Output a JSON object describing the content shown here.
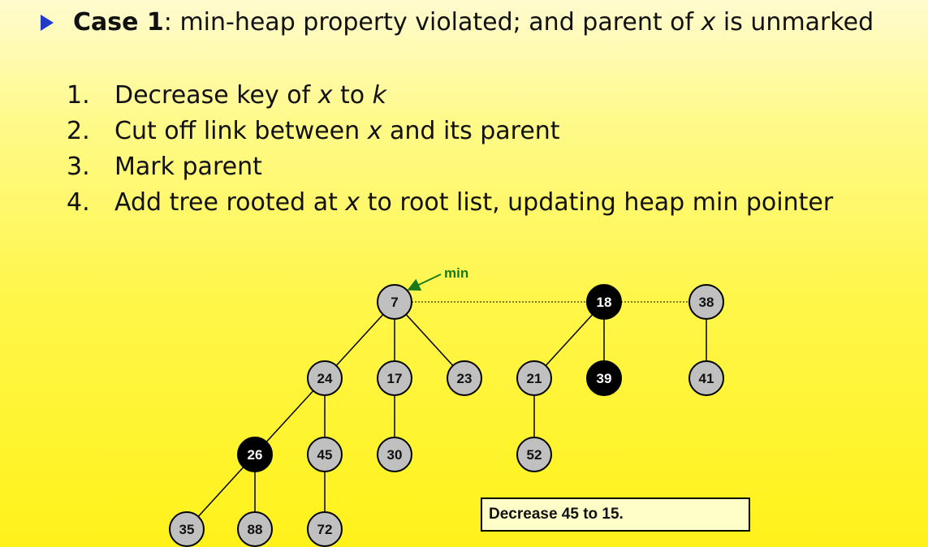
{
  "bullet": {
    "lead": "Case 1",
    "text_before_x": ": min-heap property violated; and parent of ",
    "var_x": "x",
    "text_after_x": " is unmarked"
  },
  "steps": [
    {
      "num": "1.",
      "parts": [
        "Decrease key of ",
        "x",
        " to ",
        "k",
        ""
      ]
    },
    {
      "num": "2.",
      "parts": [
        "Cut off link between ",
        "x",
        " and its parent"
      ]
    },
    {
      "num": "3.",
      "parts": [
        "Mark parent"
      ]
    },
    {
      "num": "4.",
      "parts": [
        "Add tree rooted at ",
        "x",
        " to root list, updating heap min pointer"
      ]
    }
  ],
  "heap": {
    "min_label": "min",
    "nodes": [
      {
        "id": "n7",
        "key": "7",
        "marked": false
      },
      {
        "id": "n18",
        "key": "18",
        "marked": true
      },
      {
        "id": "n38",
        "key": "38",
        "marked": false
      },
      {
        "id": "n24",
        "key": "24",
        "marked": false
      },
      {
        "id": "n17",
        "key": "17",
        "marked": false
      },
      {
        "id": "n23",
        "key": "23",
        "marked": false
      },
      {
        "id": "n21",
        "key": "21",
        "marked": false
      },
      {
        "id": "n39",
        "key": "39",
        "marked": true
      },
      {
        "id": "n41",
        "key": "41",
        "marked": false
      },
      {
        "id": "n26",
        "key": "26",
        "marked": true
      },
      {
        "id": "n45",
        "key": "45",
        "marked": false
      },
      {
        "id": "n30",
        "key": "30",
        "marked": false
      },
      {
        "id": "n52",
        "key": "52",
        "marked": false
      },
      {
        "id": "n35",
        "key": "35",
        "marked": false
      },
      {
        "id": "n88",
        "key": "88",
        "marked": false
      },
      {
        "id": "n72",
        "key": "72",
        "marked": false
      }
    ],
    "edges": [
      [
        "n7",
        "n24"
      ],
      [
        "n7",
        "n17"
      ],
      [
        "n7",
        "n23"
      ],
      [
        "n18",
        "n21"
      ],
      [
        "n18",
        "n39"
      ],
      [
        "n38",
        "n41"
      ],
      [
        "n24",
        "n26"
      ],
      [
        "n24",
        "n45"
      ],
      [
        "n17",
        "n30"
      ],
      [
        "n21",
        "n52"
      ],
      [
        "n26",
        "n35"
      ],
      [
        "n26",
        "n88"
      ],
      [
        "n45",
        "n72"
      ]
    ],
    "root_list": [
      "n7",
      "n18",
      "n38"
    ],
    "min_node": "n7"
  },
  "callout": "Decrease 45 to 15.",
  "colors": {
    "node_fill": "#c0c0c0",
    "marked_fill": "#000000",
    "min_arrow": "#1a7a1a",
    "bullet_triangle": "#1f3cc9"
  }
}
